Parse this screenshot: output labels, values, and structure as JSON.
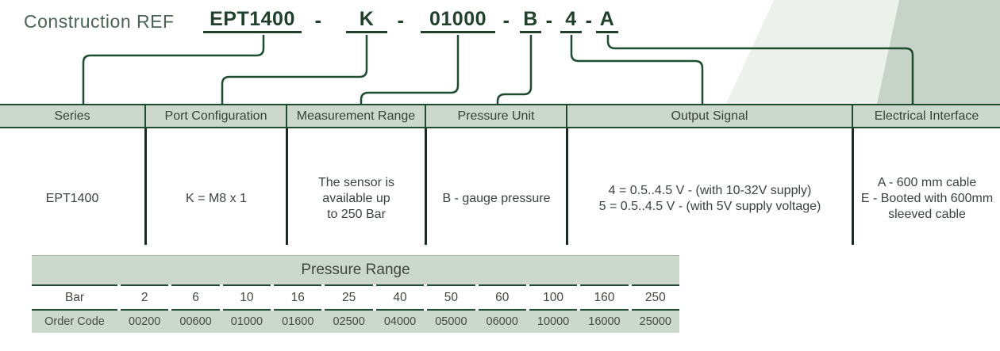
{
  "title_label": "Construction REF",
  "code": {
    "parts": [
      "EPT1400",
      "K",
      "01000",
      "B",
      "4",
      "A"
    ],
    "sep": "-"
  },
  "columns": [
    {
      "header": "Series",
      "body": [
        "EPT1400"
      ]
    },
    {
      "header": "Port Configuration",
      "body": [
        "K = M8 x 1"
      ]
    },
    {
      "header": "Measurement Range",
      "body": [
        "The sensor is",
        "available up",
        "to 250 Bar"
      ]
    },
    {
      "header": "Pressure Unit",
      "body": [
        "B - gauge pressure"
      ]
    },
    {
      "header": "Output Signal",
      "body": [
        "4 = 0.5..4.5 V - (with 10-32V supply)",
        "5 = 0.5..4.5 V - (with 5V supply voltage)"
      ]
    },
    {
      "header": "Electrical Interface",
      "body": [
        "A - 600 mm cable",
        "E - Booted with 600mm",
        "sleeved cable"
      ]
    }
  ],
  "pressure_table": {
    "title": "Pressure Range",
    "rows": [
      {
        "label": "Bar",
        "values": [
          "2",
          "6",
          "10",
          "16",
          "25",
          "40",
          "50",
          "60",
          "100",
          "160",
          "250"
        ]
      },
      {
        "label": "Order Code",
        "values": [
          "00200",
          "00600",
          "01000",
          "01600",
          "02500",
          "04000",
          "05000",
          "06000",
          "10000",
          "16000",
          "25000"
        ]
      }
    ]
  },
  "colors": {
    "dark_green": "#1e4c31",
    "code_green": "#20402c",
    "label_green": "#4a6454",
    "strip_bg": "#cdd8cd",
    "header_text": "#374038",
    "body_text": "#3b423d",
    "band_light": "#ecf1ec",
    "band_medium": "#c7d2c8",
    "divider_dark": "#1c2b21"
  }
}
